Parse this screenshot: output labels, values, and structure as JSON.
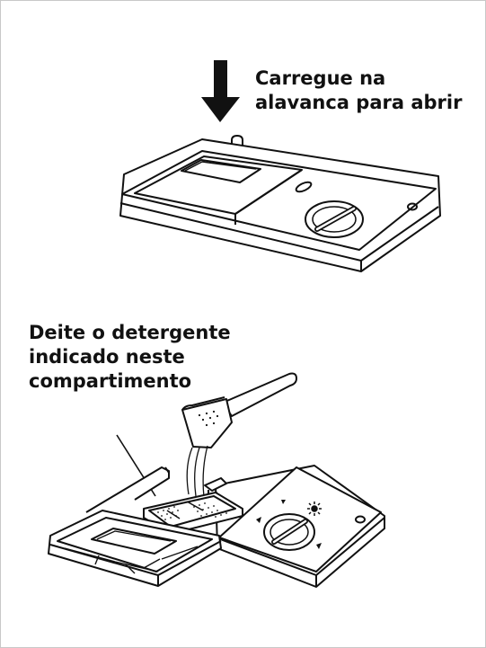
{
  "instructions": {
    "open_lever": {
      "lines": [
        "Carregue na",
        "alavanca para abrir"
      ]
    },
    "detergent": {
      "lines": [
        "Deite o detergente",
        "indicado neste",
        "compartimento"
      ]
    }
  },
  "icons": {
    "press_arrow": "down-arrow-icon",
    "sun_symbol": "sun-icon"
  },
  "colors": {
    "ink": "#111111",
    "paper": "#ffffff",
    "shade": "#d9d9d9"
  }
}
